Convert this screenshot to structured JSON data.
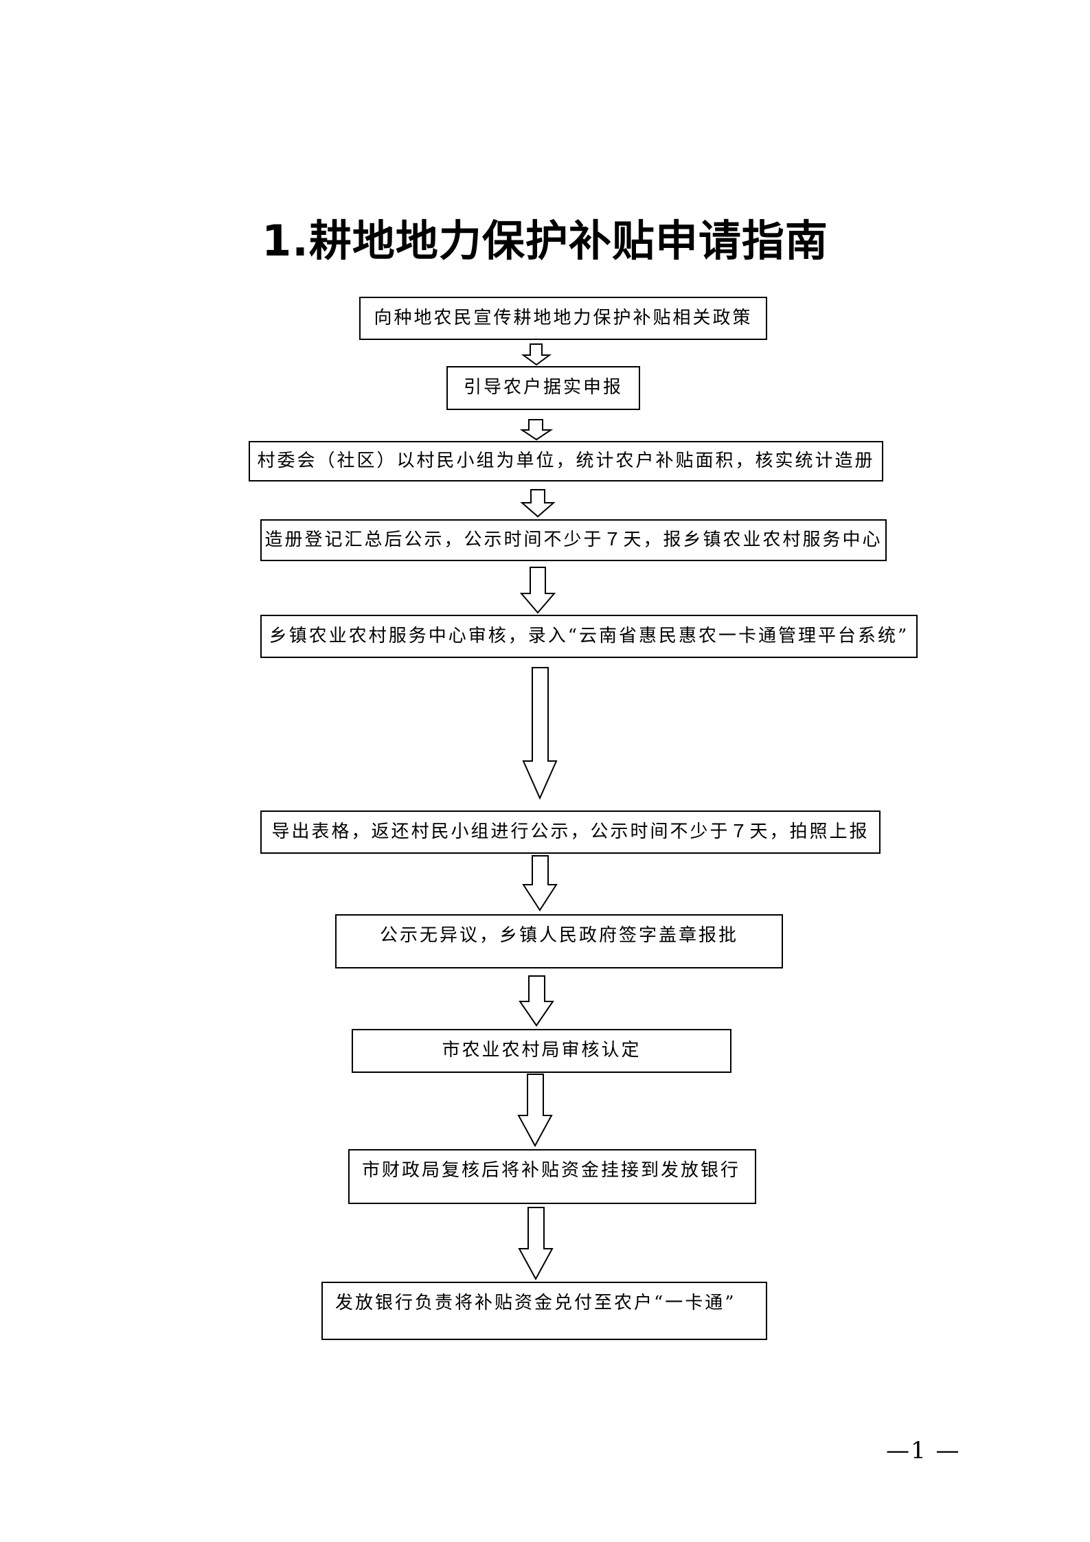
{
  "title": "1.耕地地力保护补贴申请指南",
  "steps": [
    "向种地农民宣传耕地地力保护补贴相关政策",
    "引导农户据实申报",
    "村委会（社区）以村民小组为单位，统计农户补贴面积，核实统计造册",
    "造册登记汇总后公示，公示时间不少于７天，报乡镇农业农村服务中心",
    "乡镇农业农村服务中心审核，录入“云南省惠民惠农一卡通管理平台系统”",
    "导出表格，返还村民小组进行公示，公示时间不少于７天，拍照上报",
    "公示无异议，乡镇人民政府签字盖章报批",
    "市农业农村局审核认定",
    "市财政局复核后将补贴资金挂接到发放银行",
    "发放银行负责将补贴资金兑付至农户“一卡通”"
  ],
  "page_number": "—1 —"
}
